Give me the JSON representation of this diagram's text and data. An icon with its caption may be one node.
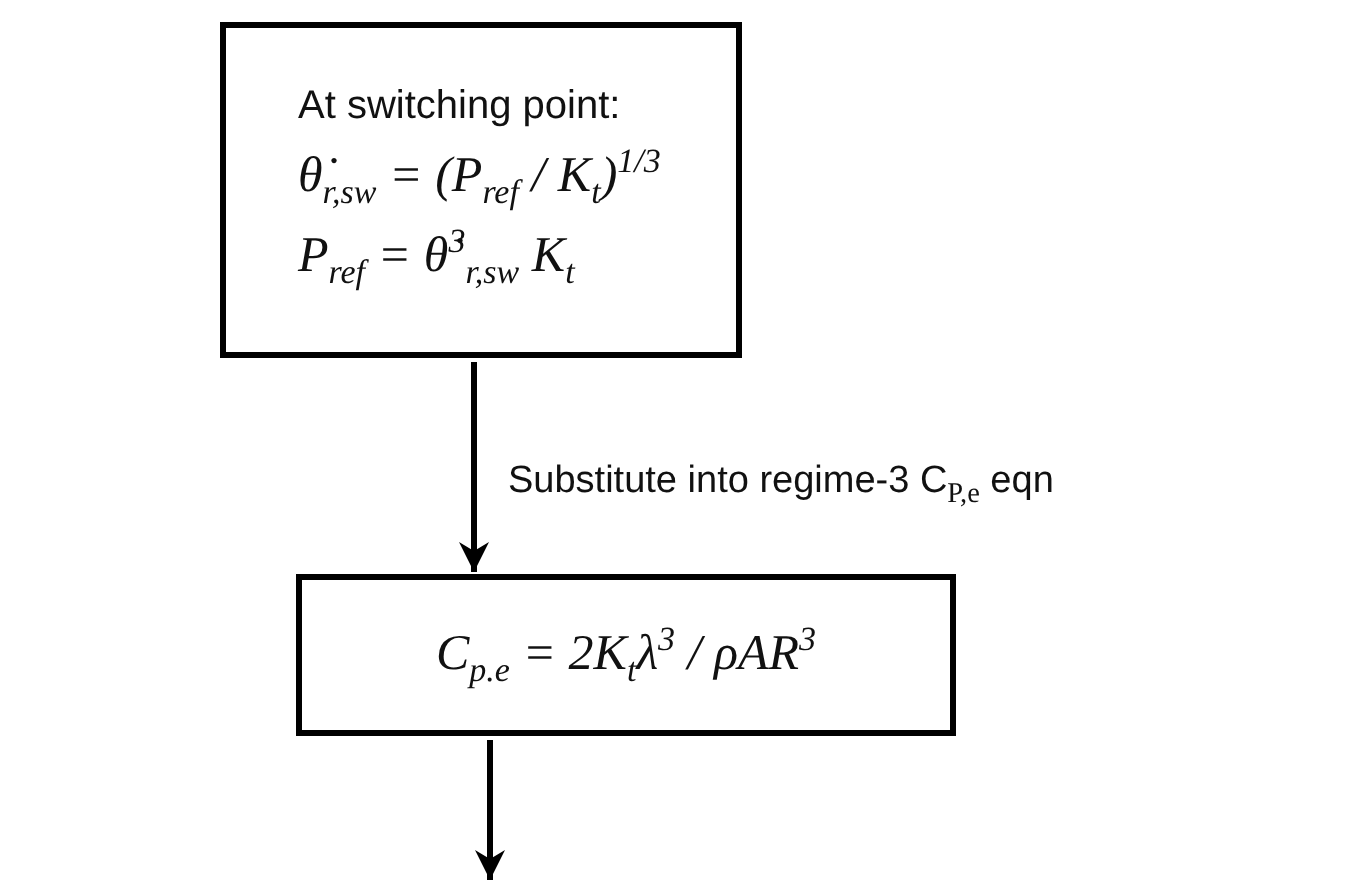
{
  "diagram": {
    "nodes": [
      {
        "text": [
          "At switching point:",
          "θ̇$_{r,sw}$ = (P$_{ref}$ / K$_{t}$)$^{1/3}$",
          "P$_{ref}$ = θ̇$^{3}$$_{r,sw}$ K$_{t}$"
        ]
      },
      {
        "text": [
          "C$_{p.e}$ = 2K$_{t}$λ$^{3}$ / ρAR$^{3}$"
        ]
      }
    ],
    "edges": [
      {
        "from": 0,
        "to": 1,
        "arrow": "to",
        "label": "Substitute into regime-3 C$_{P,e}$ eqn"
      },
      {
        "from": 1,
        "to": null,
        "arrow": "to"
      }
    ]
  }
}
